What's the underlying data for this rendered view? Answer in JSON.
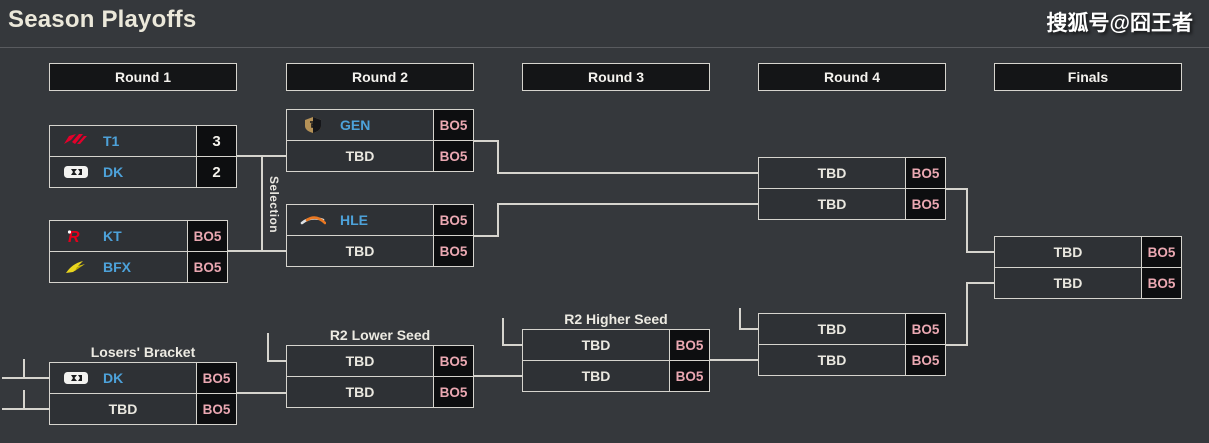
{
  "page": {
    "title": "Season Playoffs",
    "watermark": "搜狐号@囧王者"
  },
  "colors": {
    "background": "#35383c",
    "row_background": "#2e3135",
    "score_cell_background": "#0d0e10",
    "border_line": "#d6d4ce",
    "team_name_blue": "#4da2da",
    "bo5_pink": "#eba8b2",
    "header_background": "#141517",
    "t1_logo_red": "#e4002b",
    "kt_logo_red": "#e3001b",
    "bfx_logo_yellow": "#e9d51e",
    "gen_logo_gold": "#b49157",
    "hle_logo_orange": "#e87722"
  },
  "round_headers": [
    {
      "label": "Round 1"
    },
    {
      "label": "Round 2"
    },
    {
      "label": "Round 3"
    },
    {
      "label": "Round 4"
    },
    {
      "label": "Finals"
    }
  ],
  "selection_label": "Selection",
  "matches": [
    {
      "name": "round1-upper",
      "rows": [
        {
          "team": "T1",
          "score": "3",
          "logo": "t1-logo"
        },
        {
          "team": "DK",
          "score": "2",
          "logo": "dk-logo"
        }
      ]
    },
    {
      "name": "round1-lower",
      "rows": [
        {
          "team": "KT",
          "score": "BO5",
          "logo": "kt-logo"
        },
        {
          "team": "BFX",
          "score": "BO5",
          "logo": "bfx-logo"
        }
      ]
    },
    {
      "name": "round2-upper",
      "rows": [
        {
          "team": "GEN",
          "score": "BO5",
          "logo": "gen-logo"
        },
        {
          "team": "TBD",
          "score": "BO5"
        }
      ]
    },
    {
      "name": "round2-lower",
      "rows": [
        {
          "team": "HLE",
          "score": "BO5",
          "logo": "hle-logo"
        },
        {
          "team": "TBD",
          "score": "BO5"
        }
      ]
    },
    {
      "name": "round4-upper",
      "rows": [
        {
          "team": "TBD",
          "score": "BO5"
        },
        {
          "team": "TBD",
          "score": "BO5"
        }
      ]
    },
    {
      "name": "round4-lower",
      "rows": [
        {
          "team": "TBD",
          "score": "BO5"
        },
        {
          "team": "TBD",
          "score": "BO5"
        }
      ]
    },
    {
      "name": "finals",
      "rows": [
        {
          "team": "TBD",
          "score": "BO5"
        },
        {
          "team": "TBD",
          "score": "BO5"
        }
      ]
    },
    {
      "name": "r2-higher-seed",
      "label": "R2 Higher Seed",
      "rows": [
        {
          "team": "TBD",
          "score": "BO5"
        },
        {
          "team": "TBD",
          "score": "BO5"
        }
      ]
    },
    {
      "name": "r2-lower-seed",
      "label": "R2 Lower Seed",
      "rows": [
        {
          "team": "TBD",
          "score": "BO5"
        },
        {
          "team": "TBD",
          "score": "BO5"
        }
      ]
    },
    {
      "name": "losers-bracket",
      "label": "Losers' Bracket",
      "rows": [
        {
          "team": "DK",
          "score": "BO5",
          "logo": "dk-logo"
        },
        {
          "team": "TBD",
          "score": "BO5"
        }
      ]
    }
  ]
}
